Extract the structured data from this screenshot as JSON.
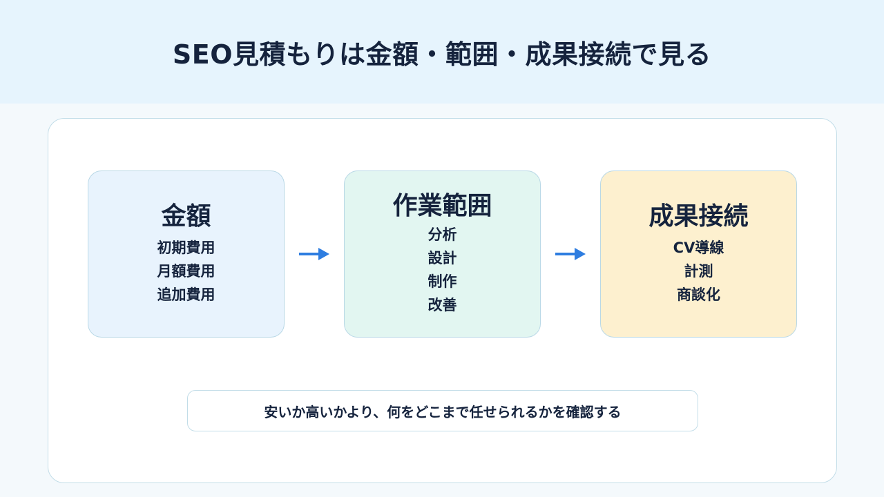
{
  "header": {
    "title": "SEO見積もりは金額・範囲・成果接続で見る"
  },
  "boxes": [
    {
      "title": "金額",
      "items": [
        "初期費用",
        "月額費用",
        "追加費用"
      ],
      "color": "#e8f3fd"
    },
    {
      "title": "作業範囲",
      "items": [
        "分析",
        "設計",
        "制作",
        "改善"
      ],
      "color": "#e2f6f1"
    },
    {
      "title": "成果接続",
      "items": [
        "CV導線",
        "計測",
        "商談化"
      ],
      "color": "#fdf0cf"
    }
  ],
  "arrows": {
    "icon": "arrow-right-icon",
    "color": "#2e7de0"
  },
  "note": {
    "text": "安いか高いかより、何をどこまで任せられるかを確認する"
  }
}
